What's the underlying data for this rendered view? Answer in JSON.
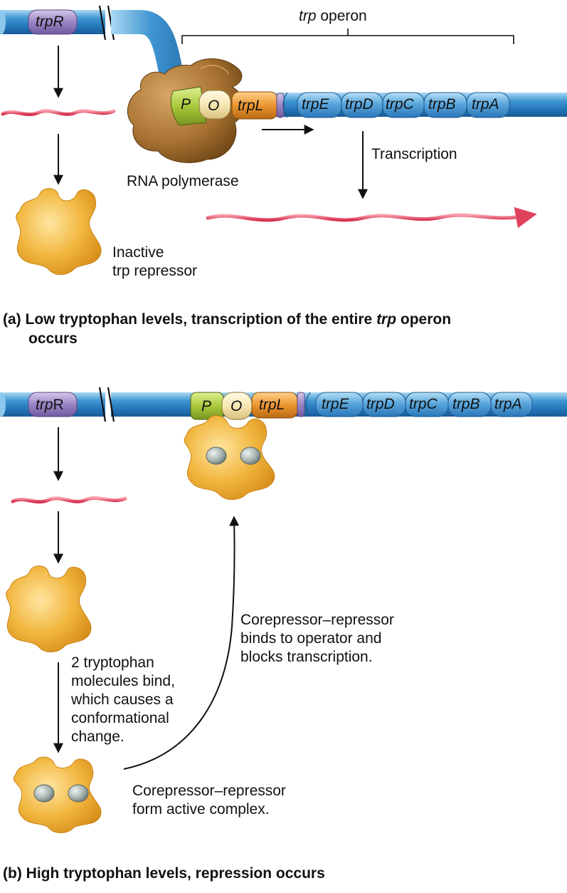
{
  "panel_a": {
    "gene_repressor": "trpR",
    "operon_label": "trp",
    "operon_label_suffix": " operon",
    "segments": [
      "P",
      "O",
      "trpL",
      "trpE",
      "trpD",
      "trpC",
      "trpB",
      "trpA"
    ],
    "polymerase_label": "RNA polymerase",
    "transcription_label": "Transcription",
    "repressor_label_line1": "Inactive",
    "repressor_label_line2": "trp repressor",
    "caption_prefix": "(a) Low tryptophan levels, transcription of the entire ",
    "caption_italic": "trp",
    "caption_suffix": " operon",
    "caption_line2": "occurs"
  },
  "panel_b": {
    "gene_repressor_italic": "trp",
    "gene_repressor_rest": "R",
    "segments": [
      "P",
      "O",
      "trpL",
      "trpE",
      "trpD",
      "trpC",
      "trpB",
      "trpA"
    ],
    "binding_text": [
      "2 tryptophan",
      "molecules bind,",
      "which causes a",
      "conformational",
      "change."
    ],
    "operator_text": [
      "Corepressor–repressor",
      "binds to operator and",
      "blocks transcription."
    ],
    "complex_text": [
      "Corepressor–repressor",
      "form active complex."
    ],
    "caption": "(b) High tryptophan levels, repression occurs"
  },
  "colors": {
    "dna_blue": "#2f84c6",
    "dna_light": "#7cc0ea",
    "promoter_green": "#a9c93b",
    "operator_cream": "#f7e7b2",
    "leader_orange": "#e8922a",
    "purple": "#9d88c6",
    "repressor_gold": "#efb339",
    "mrna_red": "#e44660",
    "polymerase_brown": "#a87332",
    "tryptophan_gray": "#a9b5b2"
  }
}
